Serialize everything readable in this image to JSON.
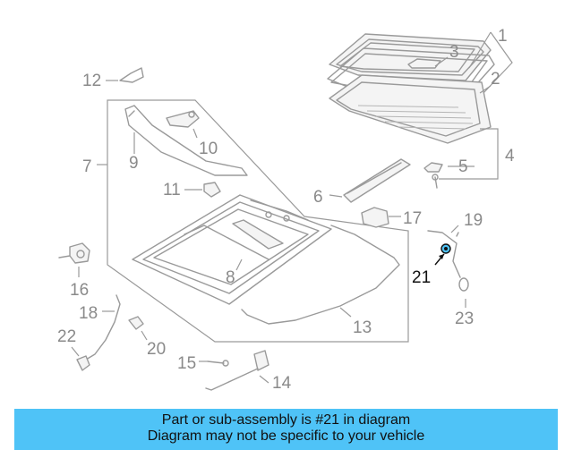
{
  "diagram": {
    "callouts": [
      "1",
      "2",
      "3",
      "4",
      "5",
      "6",
      "7",
      "8",
      "9",
      "10",
      "11",
      "12",
      "13",
      "14",
      "15",
      "16",
      "17",
      "18",
      "19",
      "20",
      "21",
      "22",
      "23"
    ],
    "highlighted_callout": "21",
    "highlight_color": "#4fc3f7"
  },
  "banner": {
    "line1": "Part or sub-assembly is #21 in diagram",
    "line2": "Diagram may not be specific to your vehicle",
    "background": "#4fc3f7"
  }
}
